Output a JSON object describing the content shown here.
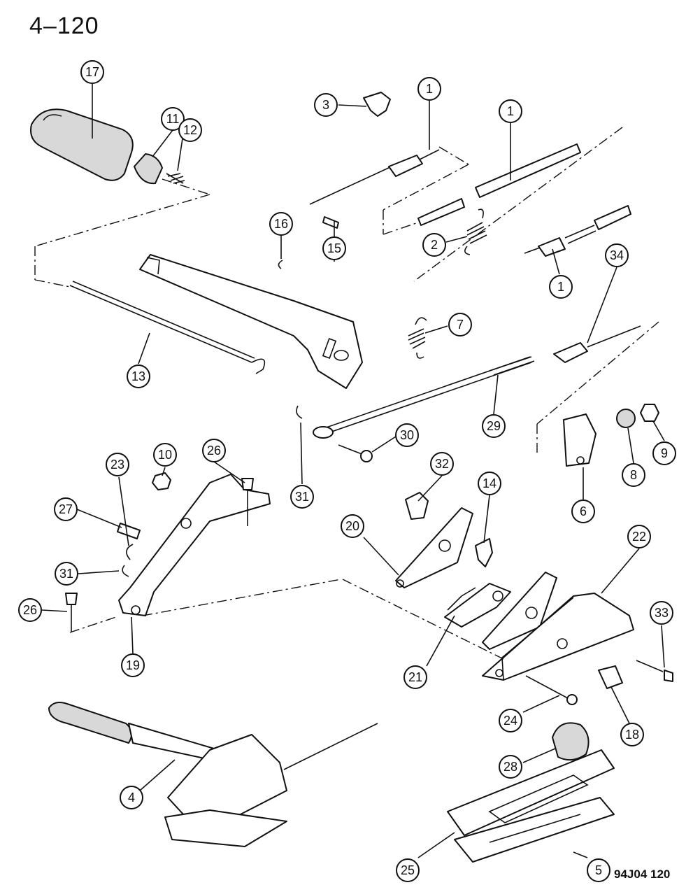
{
  "page_number": "4–120",
  "reference_code": "94J04 120",
  "callouts": [
    {
      "label": "17"
    },
    {
      "label": "11"
    },
    {
      "label": "12"
    },
    {
      "label": "3"
    },
    {
      "label": "1"
    },
    {
      "label": "1"
    },
    {
      "label": "2"
    },
    {
      "label": "1"
    },
    {
      "label": "16"
    },
    {
      "label": "15"
    },
    {
      "label": "13"
    },
    {
      "label": "7"
    },
    {
      "label": "34"
    },
    {
      "label": "29"
    },
    {
      "label": "30"
    },
    {
      "label": "31"
    },
    {
      "label": "6"
    },
    {
      "label": "8"
    },
    {
      "label": "9"
    },
    {
      "label": "23"
    },
    {
      "label": "10"
    },
    {
      "label": "26"
    },
    {
      "label": "27"
    },
    {
      "label": "31"
    },
    {
      "label": "26"
    },
    {
      "label": "19"
    },
    {
      "label": "32"
    },
    {
      "label": "14"
    },
    {
      "label": "20"
    },
    {
      "label": "22"
    },
    {
      "label": "21"
    },
    {
      "label": "33"
    },
    {
      "label": "24"
    },
    {
      "label": "18"
    },
    {
      "label": "28"
    },
    {
      "label": "4"
    },
    {
      "label": "25"
    },
    {
      "label": "5"
    }
  ]
}
